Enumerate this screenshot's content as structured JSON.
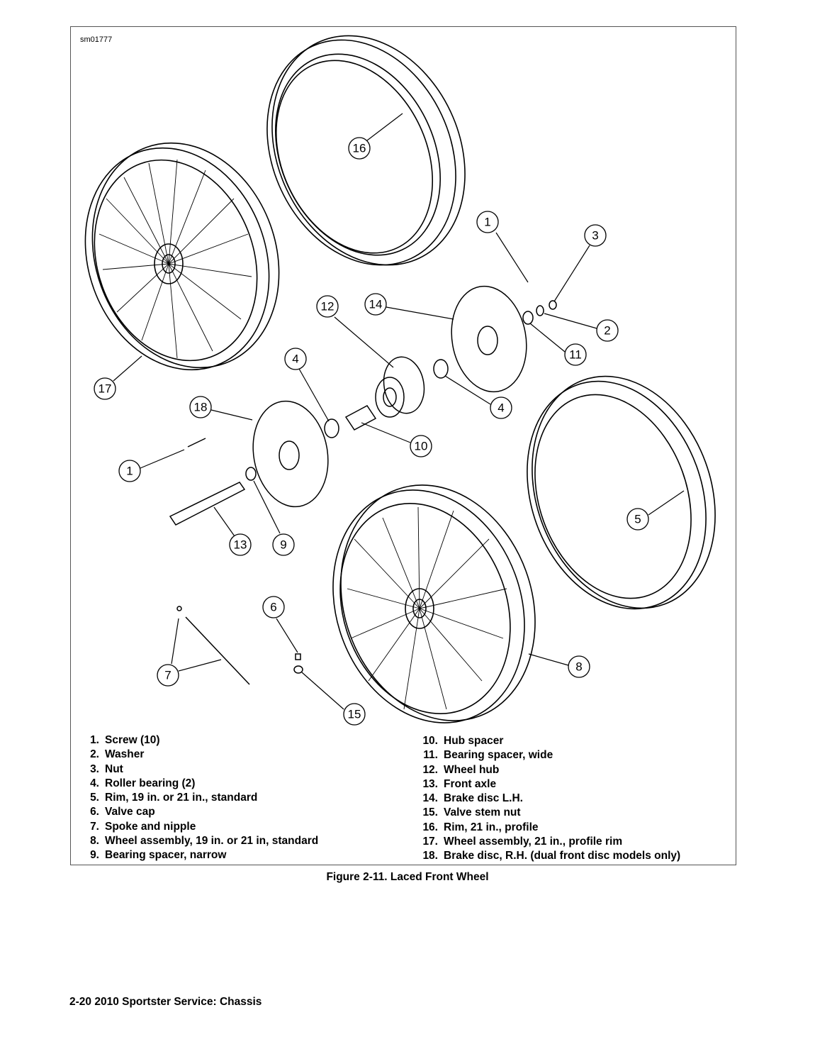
{
  "figure_id": "sm01777",
  "callouts": [
    "1",
    "3",
    "16",
    "14",
    "12",
    "2",
    "11",
    "4",
    "4",
    "17",
    "18",
    "10",
    "1",
    "5",
    "13",
    "9",
    "6",
    "8",
    "7",
    "15"
  ],
  "legend_left": [
    {
      "num": "1.",
      "text": "Screw (10)"
    },
    {
      "num": "2.",
      "text": "Washer"
    },
    {
      "num": "3.",
      "text": "Nut"
    },
    {
      "num": "4.",
      "text": "Roller bearing (2)"
    },
    {
      "num": "5.",
      "text": "Rim, 19 in. or 21 in., standard"
    },
    {
      "num": "6.",
      "text": "Valve cap"
    },
    {
      "num": "7.",
      "text": "Spoke and nipple"
    },
    {
      "num": "8.",
      "text": "Wheel assembly, 19 in. or 21 in, standard"
    },
    {
      "num": "9.",
      "text": "Bearing spacer, narrow"
    }
  ],
  "legend_right": [
    {
      "num": "10.",
      "text": "Hub spacer"
    },
    {
      "num": "11.",
      "text": "Bearing spacer, wide"
    },
    {
      "num": "12.",
      "text": "Wheel hub"
    },
    {
      "num": "13.",
      "text": "Front axle"
    },
    {
      "num": "14.",
      "text": "Brake disc L.H."
    },
    {
      "num": "15.",
      "text": "Valve stem nut"
    },
    {
      "num": "16.",
      "text": "Rim, 21 in., profile"
    },
    {
      "num": "17.",
      "text": "Wheel assembly, 21 in., profile rim"
    },
    {
      "num": "18.",
      "text": "Brake disc, R.H. (dual front disc models only)"
    }
  ],
  "caption": "Figure 2-11. Laced Front Wheel",
  "footer": "2-20  2010 Sportster Service: Chassis"
}
